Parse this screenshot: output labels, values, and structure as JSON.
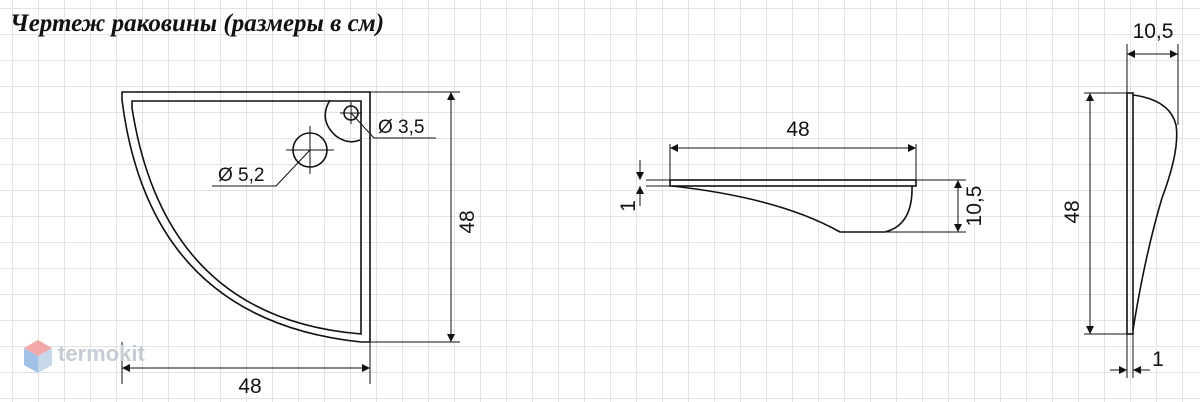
{
  "title": "Чертеж раковины (размеры в см)",
  "brand": "termokit",
  "top_view": {
    "dim_width": "48",
    "dim_depth": "48",
    "faucet_hole_diameter": "Ø 3,5",
    "drain_hole_diameter": "Ø 5,2"
  },
  "front_view": {
    "dim_width": "48",
    "dim_height": "10,5",
    "dim_rim": "1"
  },
  "side_view": {
    "dim_depth": "48",
    "dim_height": "10,5",
    "dim_rim": "1"
  },
  "colors": {
    "line": "#111111",
    "grid": "#e3e3e3",
    "brand_text": "#c6ccd3",
    "logo_top": "#f2a8a8",
    "logo_left": "#9fc2e6",
    "logo_right": "#c7d7ea"
  }
}
